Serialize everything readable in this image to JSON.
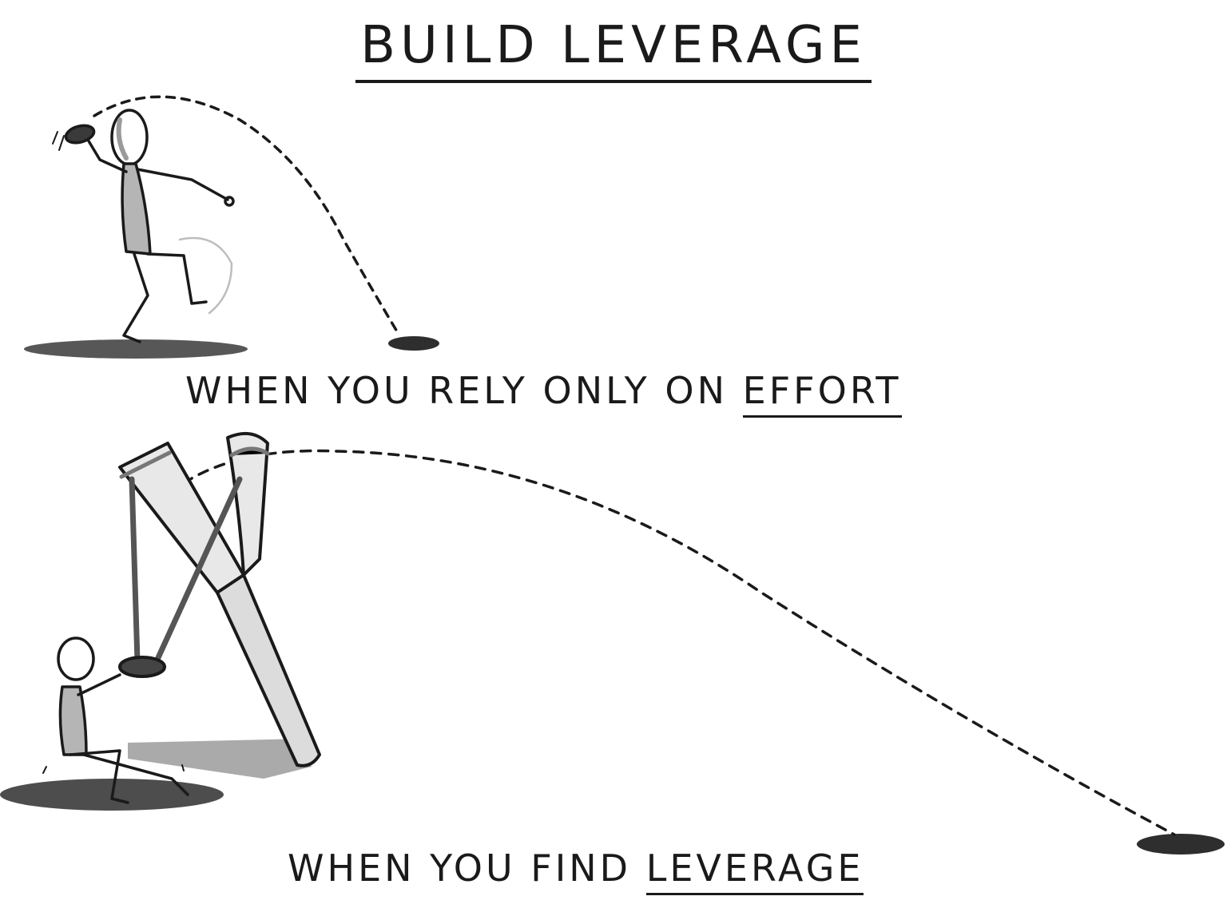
{
  "title": "BUILD LEVERAGE",
  "captions": {
    "effort": {
      "prefix": "WHEN YOU RELY ONLY ON ",
      "emphasis": "EFFORT"
    },
    "leverage": {
      "prefix": "WHEN YOU FIND ",
      "emphasis": "LEVERAGE"
    }
  },
  "colors": {
    "ink": "#1a1a1a",
    "shade": "#9a9a9a",
    "shadow": "#3a3a3a",
    "paper": "#ffffff"
  }
}
